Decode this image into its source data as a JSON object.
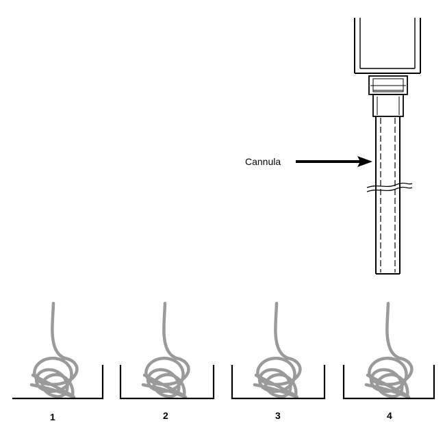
{
  "callout": {
    "label": "Cannula"
  },
  "containers": [
    {
      "label": "1"
    },
    {
      "label": "2"
    },
    {
      "label": "3"
    },
    {
      "label": "4"
    }
  ],
  "colors": {
    "line": "#000000",
    "fiber": "#9a9a9a",
    "background": "#ffffff"
  }
}
